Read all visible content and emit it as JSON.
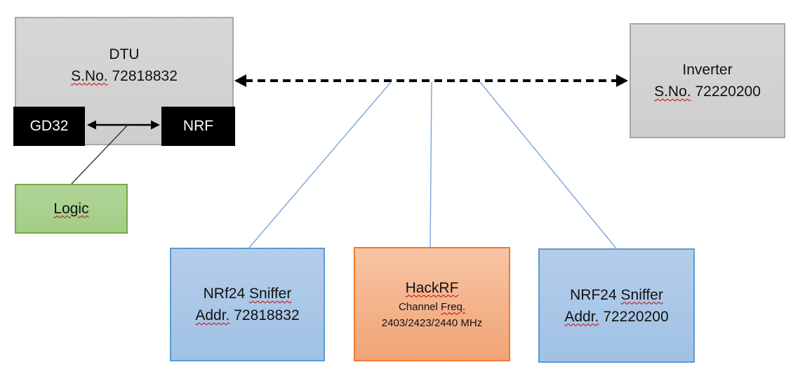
{
  "colors": {
    "gray_fill": "#d1d1d1",
    "gray_border": "#a6a6a6",
    "chip_fill": "#000000",
    "chip_text": "#ffffff",
    "green_fill": "#a9d18e",
    "green_border": "#70ad47",
    "blue_fill": "#abc8e8",
    "blue_border": "#5b9bd5",
    "orange_fill": "#f4ab7e",
    "orange_border": "#ed7d31",
    "connector_blue": "#7aa6d8",
    "arrow_black": "#000000",
    "spellcheck_red": "#d40000"
  },
  "nodes": {
    "dtu": {
      "title": "DTU",
      "serial_prefix": "S.No.",
      "serial_number": "72818832"
    },
    "gd32": {
      "label": "GD32"
    },
    "nrf": {
      "label": "NRF"
    },
    "logic": {
      "label": "Logic"
    },
    "inverter": {
      "title": "Inverter",
      "serial_prefix": "S.No.",
      "serial_number": "72220200"
    },
    "sniffer_left": {
      "model": "NRf24",
      "type": "Sniffer",
      "addr_label": "Addr.",
      "addr_value": "72818832"
    },
    "hackrf": {
      "title": "HackRF",
      "subtitle_word": "Channel",
      "subtitle_freq": "Freq.",
      "frequencies": "2403/2423/2440 MHz"
    },
    "sniffer_right": {
      "model": "NRF24",
      "type": "Sniffer",
      "addr_label": "Addr.",
      "addr_value": "72220200"
    }
  }
}
